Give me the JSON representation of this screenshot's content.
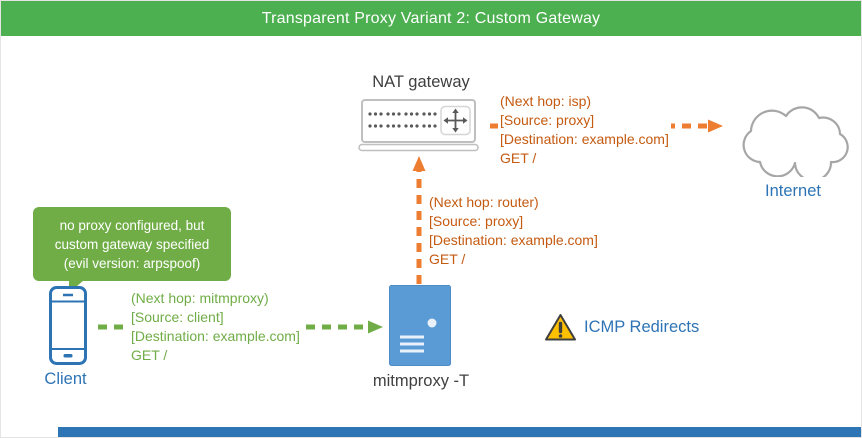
{
  "header": {
    "title": "Transparent Proxy Variant 2: Custom Gateway"
  },
  "nodes": {
    "nat_gateway": {
      "label": "NAT gateway",
      "icon": "router-switch-icon"
    },
    "internet": {
      "label": "Internet",
      "icon": "cloud-icon"
    },
    "client": {
      "label": "Client",
      "icon": "smartphone-icon"
    },
    "mitmproxy": {
      "label": "mitmproxy -T",
      "icon": "server-icon"
    }
  },
  "callout": {
    "lines": [
      "no proxy configured, but",
      "custom gateway specified",
      "(evil version: arpspoof)"
    ]
  },
  "packets": {
    "client_to_proxy": {
      "direction": "client to mitmproxy",
      "lines": [
        "(Next hop: mitmproxy)",
        "[Source: client]",
        "[Destination: example.com]",
        "GET /"
      ]
    },
    "proxy_to_gateway": {
      "direction": "mitmproxy to NAT gateway",
      "lines": [
        "(Next hop: router)",
        "[Source: proxy]",
        "[Destination: example.com]",
        "GET /"
      ]
    },
    "gateway_to_internet": {
      "direction": "NAT gateway to Internet",
      "lines": [
        "(Next hop: isp)",
        "[Source: proxy]",
        "[Destination: example.com]",
        "GET /"
      ]
    }
  },
  "warning": {
    "label": "ICMP Redirects",
    "icon": "warning-triangle-icon"
  },
  "colors": {
    "header_bg": "#4caf50",
    "footer_bg": "#2e75b6",
    "green_accent": "#70ad47",
    "orange_arrow": "#ed7d31",
    "orange_text": "#c55a11",
    "blue_label": "#2e74b5",
    "server_fill": "#5b9bd5",
    "warning_fill": "#ffc000"
  }
}
